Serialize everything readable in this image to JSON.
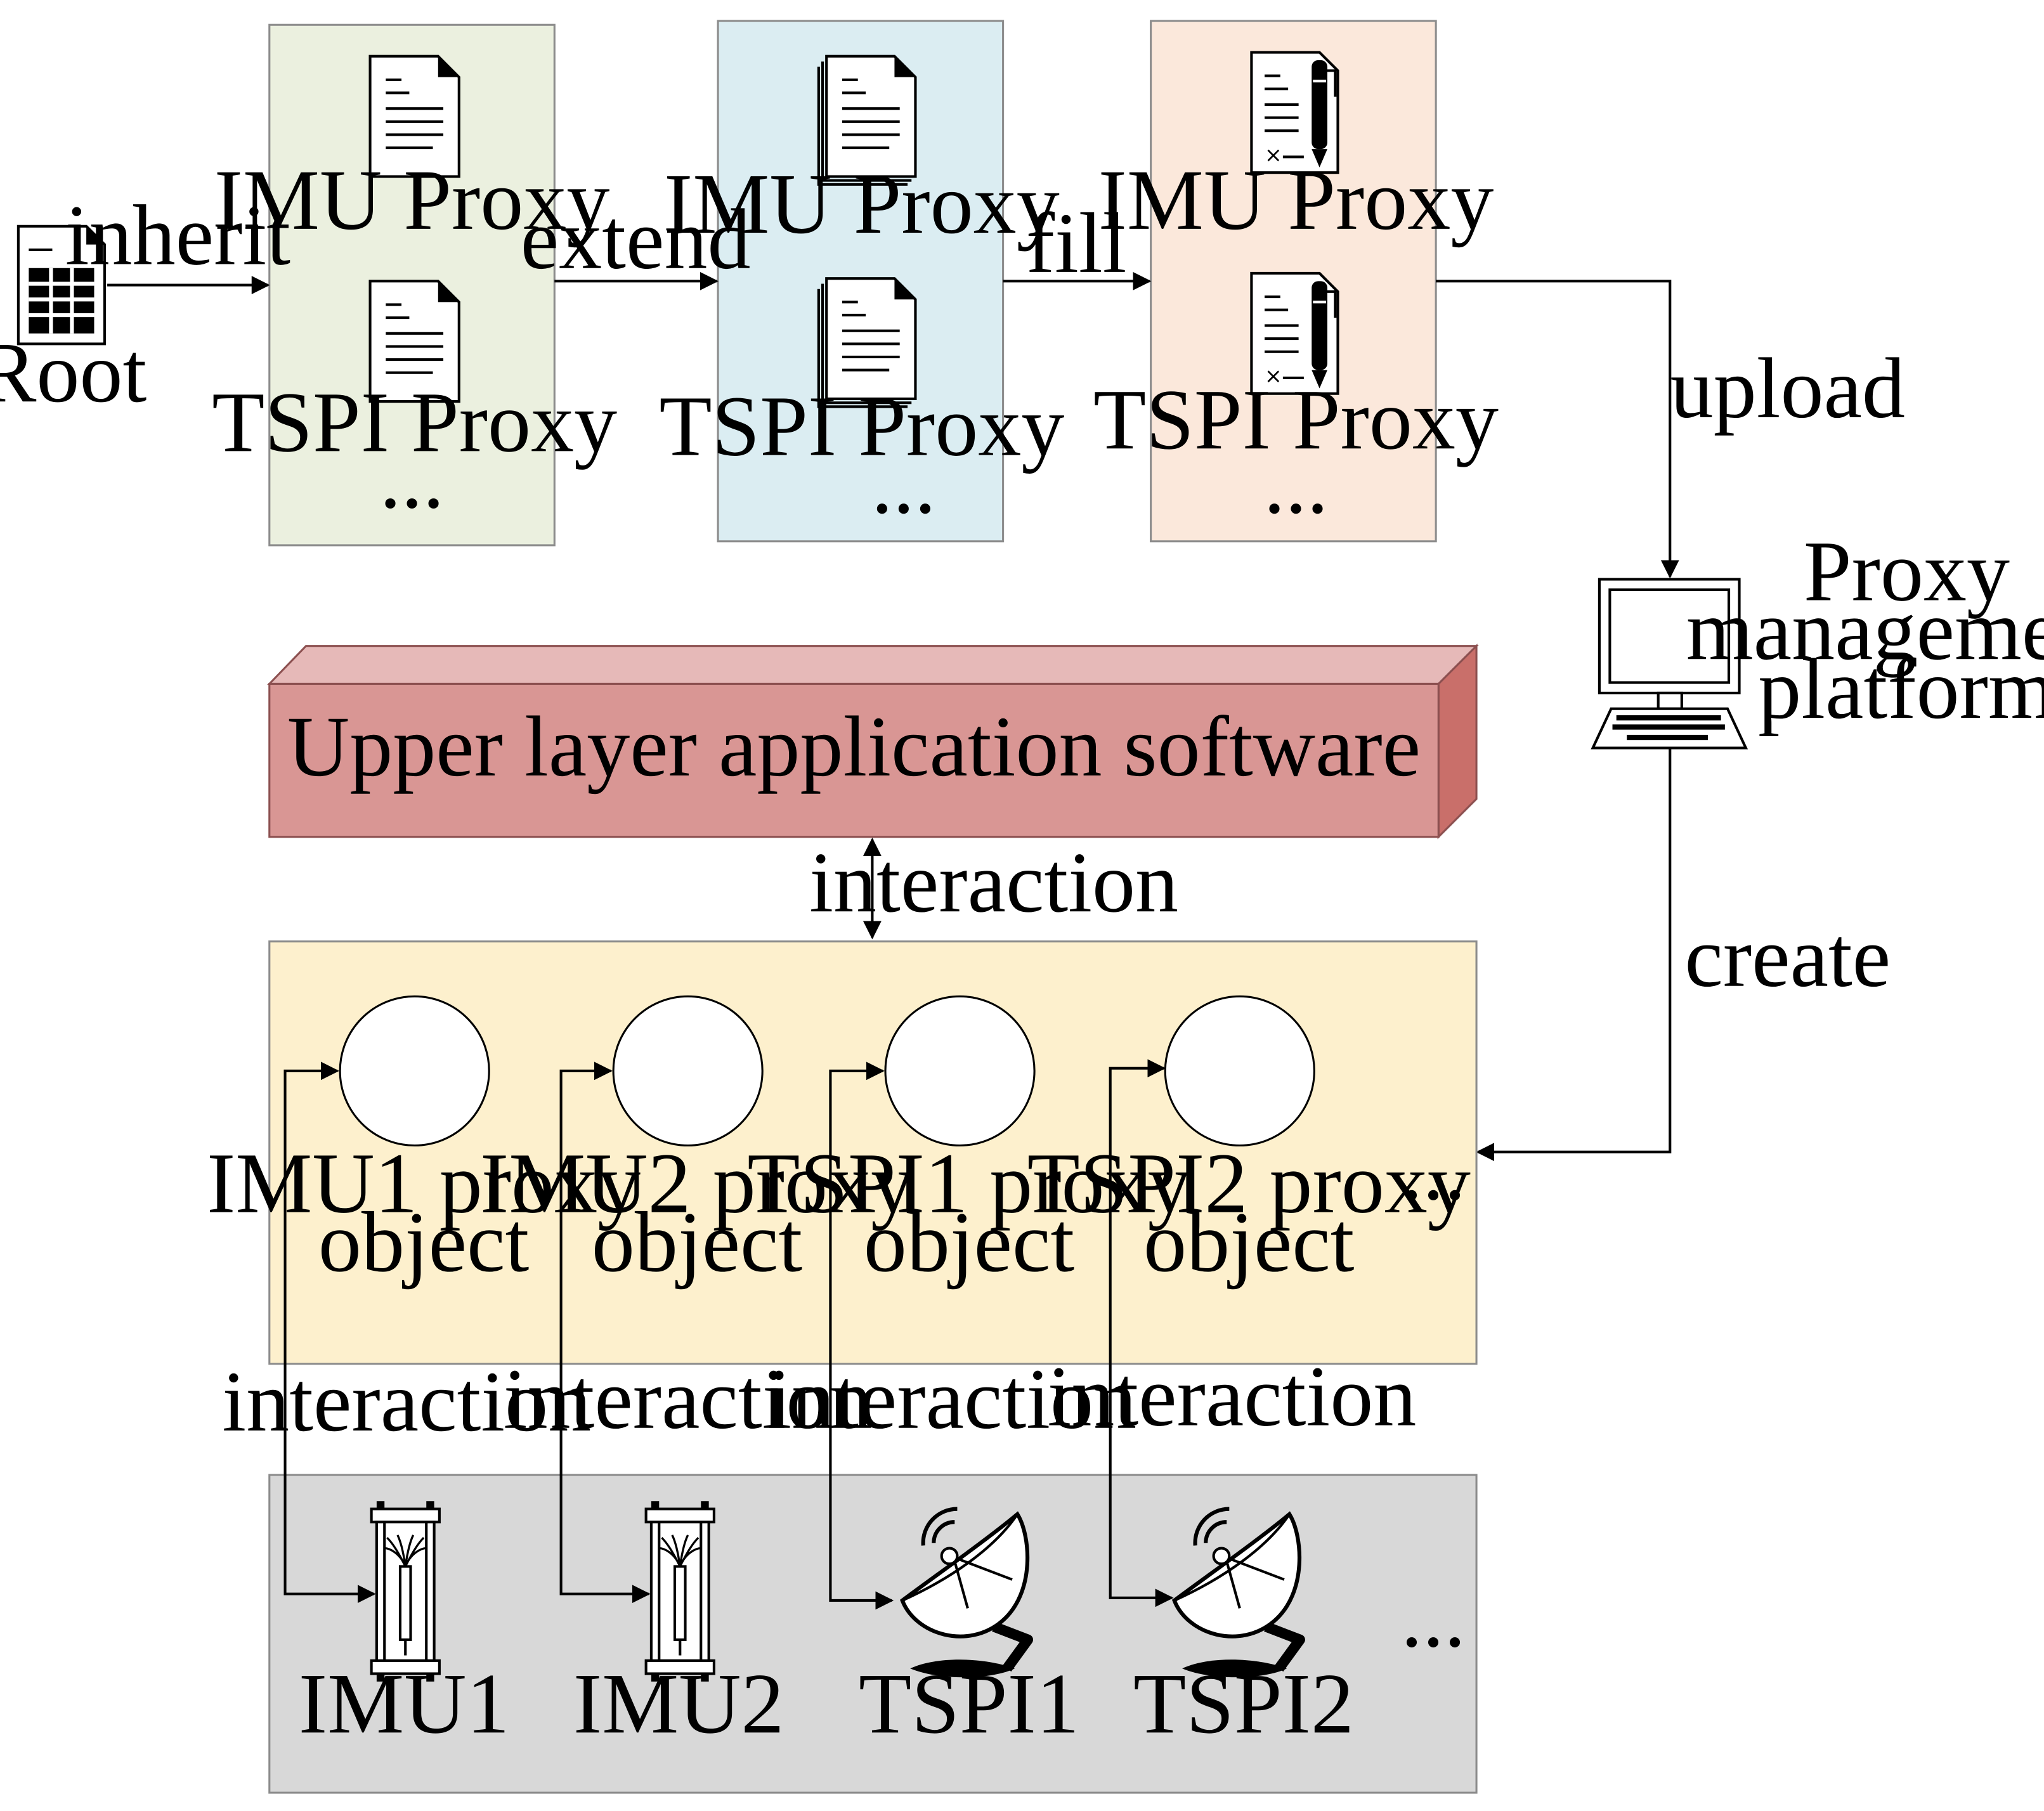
{
  "root": {
    "label": "Root"
  },
  "flow_labels": {
    "inherit": "inherit",
    "extend": "extend",
    "fill": "fill",
    "upload": "upload",
    "create": "create",
    "interaction": "interaction"
  },
  "stages": [
    {
      "items": [
        "IMU Proxy",
        "TSPI Proxy"
      ],
      "ellipsis": "...",
      "color": "#ebf0df"
    },
    {
      "items": [
        "IMU Proxy",
        "TSPI Proxy"
      ],
      "ellipsis": "...",
      "color": "#dbedf2"
    },
    {
      "items": [
        "IMU Proxy",
        "TSPI Proxy"
      ],
      "ellipsis": "...",
      "color": "#fbe8db"
    }
  ],
  "platform": {
    "line1": "Proxy",
    "line2": "management",
    "line3": "platform"
  },
  "app_layer": {
    "label": "Upper layer application software",
    "color": "#d99694"
  },
  "proxy_objects": [
    {
      "line1": "IMU1 proxy",
      "line2": "object"
    },
    {
      "line1": "IMU2 proxy",
      "line2": "object"
    },
    {
      "line1": "TSPI1 proxy",
      "line2": "object"
    },
    {
      "line1": "TSPI2 proxy",
      "line2": "object"
    }
  ],
  "proxy_panel": {
    "ellipsis": "...",
    "color": "#fdf0cd"
  },
  "device_interactions": [
    "interaction",
    "interaction",
    "interaction",
    "interaction"
  ],
  "devices": [
    {
      "label": "IMU1",
      "icon": "imu-sensor-icon"
    },
    {
      "label": "IMU2",
      "icon": "imu-sensor-icon"
    },
    {
      "label": "TSPI1",
      "icon": "satellite-dish-icon"
    },
    {
      "label": "TSPI2",
      "icon": "satellite-dish-icon"
    }
  ],
  "device_panel": {
    "ellipsis": "...",
    "color": "#d8d8d8"
  }
}
